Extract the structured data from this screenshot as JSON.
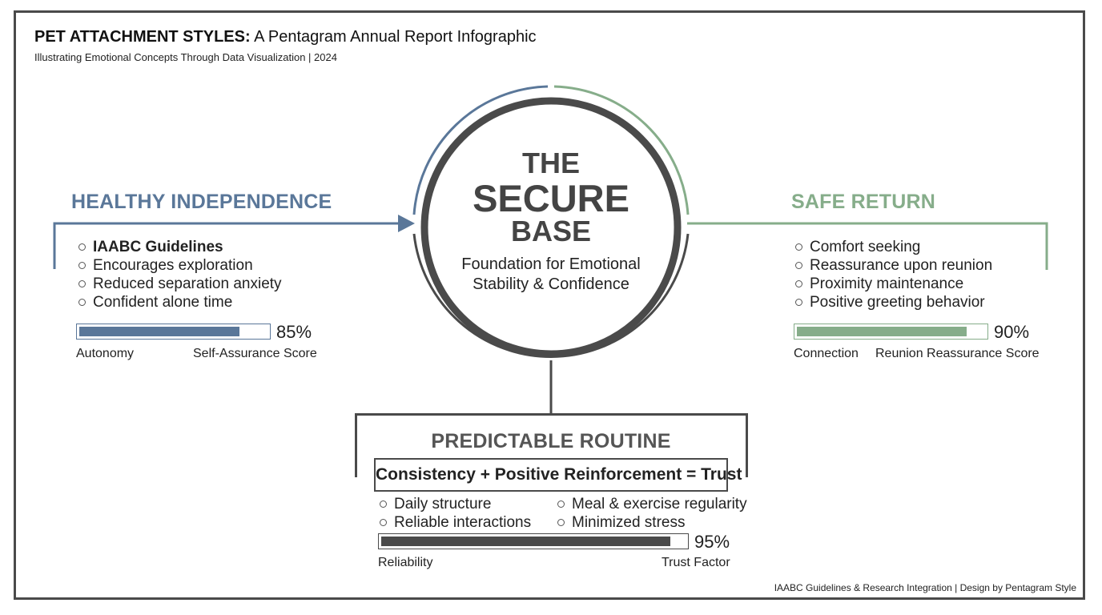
{
  "header": {
    "title_bold": "PET ATTACHMENT STYLES:",
    "title_rest": " A Pentagram Annual Report Infographic",
    "subtitle": "Illustrating Emotional Concepts Through Data Visualization | 2024"
  },
  "center": {
    "line1": "THE",
    "line2": "SECURE",
    "line3": "BASE",
    "subtitle_line1": "Foundation for Emotional",
    "subtitle_line2": "Stability & Confidence"
  },
  "left_panel": {
    "title": "HEALTHY INDEPENDENCE",
    "items": [
      "IAABC Guidelines",
      "Encourages exploration",
      "Reduced separation anxiety",
      "Confident alone time"
    ],
    "meter": {
      "value": 85,
      "value_text": "85%",
      "left_label": "Autonomy",
      "right_label": "Self-Assurance Score"
    },
    "color": "#5a7799"
  },
  "right_panel": {
    "title": "SAFE RETURN",
    "items": [
      "Comfort seeking",
      "Reassurance upon reunion",
      "Proximity maintenance",
      "Positive greeting behavior"
    ],
    "meter": {
      "value": 90,
      "value_text": "90%",
      "left_label": "Connection",
      "right_label": "Reunion Reassurance Score"
    },
    "color": "#86ad8a"
  },
  "bottom_panel": {
    "title": "PREDICTABLE ROUTINE",
    "formula": "Consistency + Positive Reinforcement = Trust",
    "items_col1": [
      "Daily structure",
      "Reliable interactions"
    ],
    "items_col2": [
      "Meal & exercise regularity",
      "Minimized stress"
    ],
    "meter": {
      "value": 95,
      "value_text": "95%",
      "left_label": "Reliability",
      "right_label": "Trust Factor"
    },
    "color": "#4a4a4a"
  },
  "footer": "IAABC Guidelines & Research Integration | Design by Pentagram Style"
}
